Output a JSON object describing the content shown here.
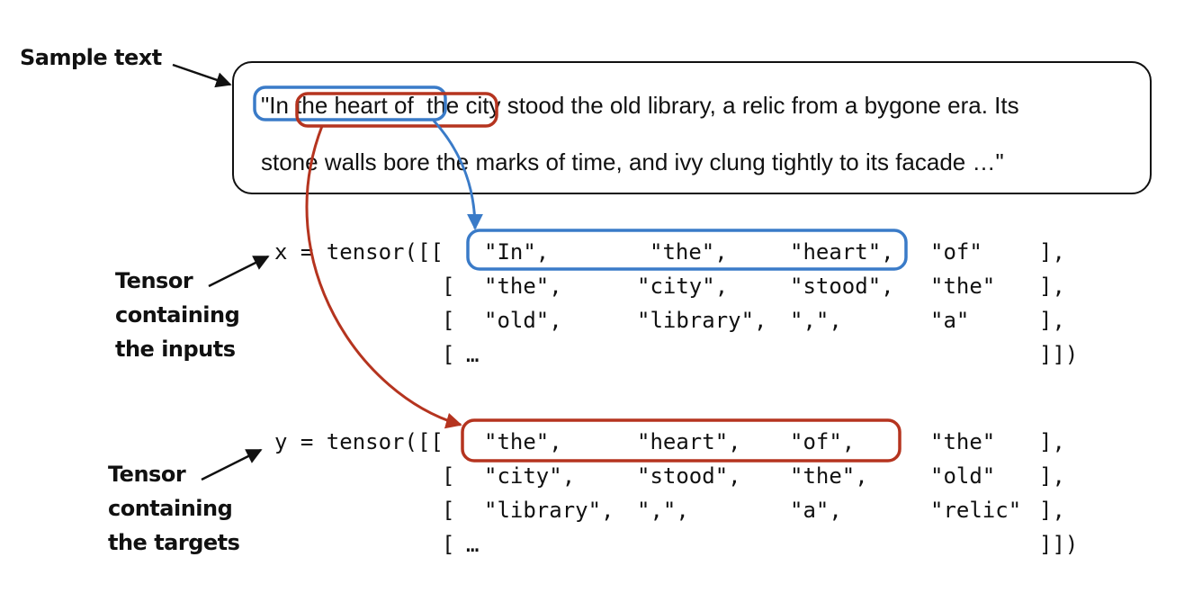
{
  "labels": {
    "sample_text": "Sample text",
    "inputs": [
      "Tensor",
      "containing",
      "the inputs"
    ],
    "targets": [
      "Tensor",
      "containing",
      "the targets"
    ]
  },
  "sample_text": {
    "line1": "\"In the heart of  the city stood the old library, a relic from a bygone era. Its",
    "line2": "stone walls bore the marks of time, and ivy clung tightly to its facade …\""
  },
  "x_tensor": {
    "prefix": "x = tensor([[",
    "rows": [
      {
        "open": "",
        "cells": [
          "\"In\",",
          "\"the\",",
          "\"heart\",",
          "\"of\""
        ],
        "close": "],"
      },
      {
        "open": "[",
        "cells": [
          "\"the\",",
          "\"city\",",
          "\"stood\",",
          "\"the\""
        ],
        "close": "],"
      },
      {
        "open": "[",
        "cells": [
          "\"old\",",
          "\"library\",",
          "\",\",",
          "\"a\""
        ],
        "close": "],"
      },
      {
        "open": "[",
        "cells": [
          "…",
          "",
          "",
          ""
        ],
        "close": "]])"
      }
    ]
  },
  "y_tensor": {
    "prefix": "y = tensor([[",
    "rows": [
      {
        "open": "",
        "cells": [
          "\"the\",",
          "\"heart\",",
          "\"of\",",
          "\"the\""
        ],
        "close": "],"
      },
      {
        "open": "[",
        "cells": [
          "\"city\",",
          "\"stood\",",
          "\"the\",",
          "\"old\""
        ],
        "close": "],"
      },
      {
        "open": "[",
        "cells": [
          "\"library\",",
          "\",\",",
          "\"a\",",
          "\"relic\""
        ],
        "close": "],"
      },
      {
        "open": "[",
        "cells": [
          "…",
          "",
          "",
          ""
        ],
        "close": "]])"
      }
    ]
  },
  "colors": {
    "input_highlight": "#3a7bc8",
    "target_highlight": "#b5341f",
    "text": "#111111"
  }
}
